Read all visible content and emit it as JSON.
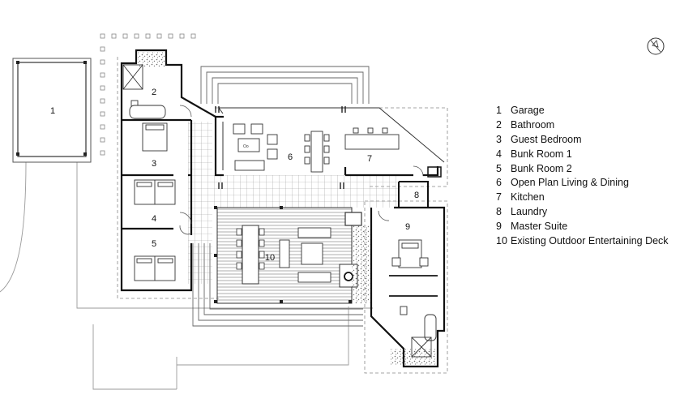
{
  "legend": [
    {
      "num": "1",
      "label": "Garage"
    },
    {
      "num": "2",
      "label": "Bathroom"
    },
    {
      "num": "3",
      "label": "Guest Bedroom"
    },
    {
      "num": "4",
      "label": "Bunk Room 1"
    },
    {
      "num": "5",
      "label": "Bunk Room 2"
    },
    {
      "num": "6",
      "label": "Open Plan Living & Dining"
    },
    {
      "num": "7",
      "label": "Kitchen"
    },
    {
      "num": "8",
      "label": "Laundry"
    },
    {
      "num": "9",
      "label": "Master Suite"
    },
    {
      "num": "10",
      "label": "Existing Outdoor Entertaining Deck"
    }
  ],
  "room_numbers": [
    "1",
    "2",
    "3",
    "4",
    "5",
    "6",
    "7",
    "8",
    "9",
    "10"
  ],
  "north_symbol": "N",
  "colors": {
    "line": "#333333",
    "light": "#9a9a9a",
    "background": "#ffffff"
  }
}
